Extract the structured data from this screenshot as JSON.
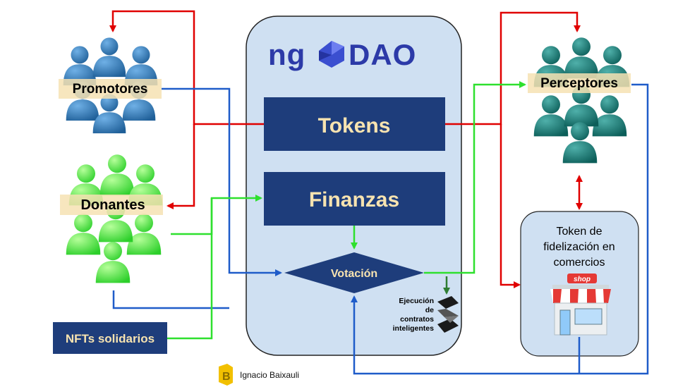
{
  "logo": {
    "prefix": "ng",
    "suffix": "DAO"
  },
  "nodes": {
    "promotores": "Promotores",
    "donantes": "Donantes",
    "perceptores": "Perceptores",
    "tokens": "Tokens",
    "finanzas": "Finanzas",
    "votacion": "Votación",
    "nfts": "NFTs solidarios",
    "ejecucion": [
      "Ejecución",
      "de",
      "contratos",
      "inteligentes"
    ],
    "token_fidelizacion": [
      "Token de",
      "fidelización en",
      "comercios"
    ],
    "shop_sign": "shop"
  },
  "author": "Ignacio Baixauli",
  "colors": {
    "red_flow": "#e00000",
    "blue_flow": "#1f5cc9",
    "green_flow": "#2ee02e",
    "dark_green_flow": "#2e7d32",
    "navy_box": "#1e3d7b",
    "panel_fill": "#cfe0f2",
    "box_text": "#f7e3b0",
    "promotores_people": "#2e77b2",
    "donantes_people": "#47e83a",
    "perceptores_people": "#157a74"
  }
}
